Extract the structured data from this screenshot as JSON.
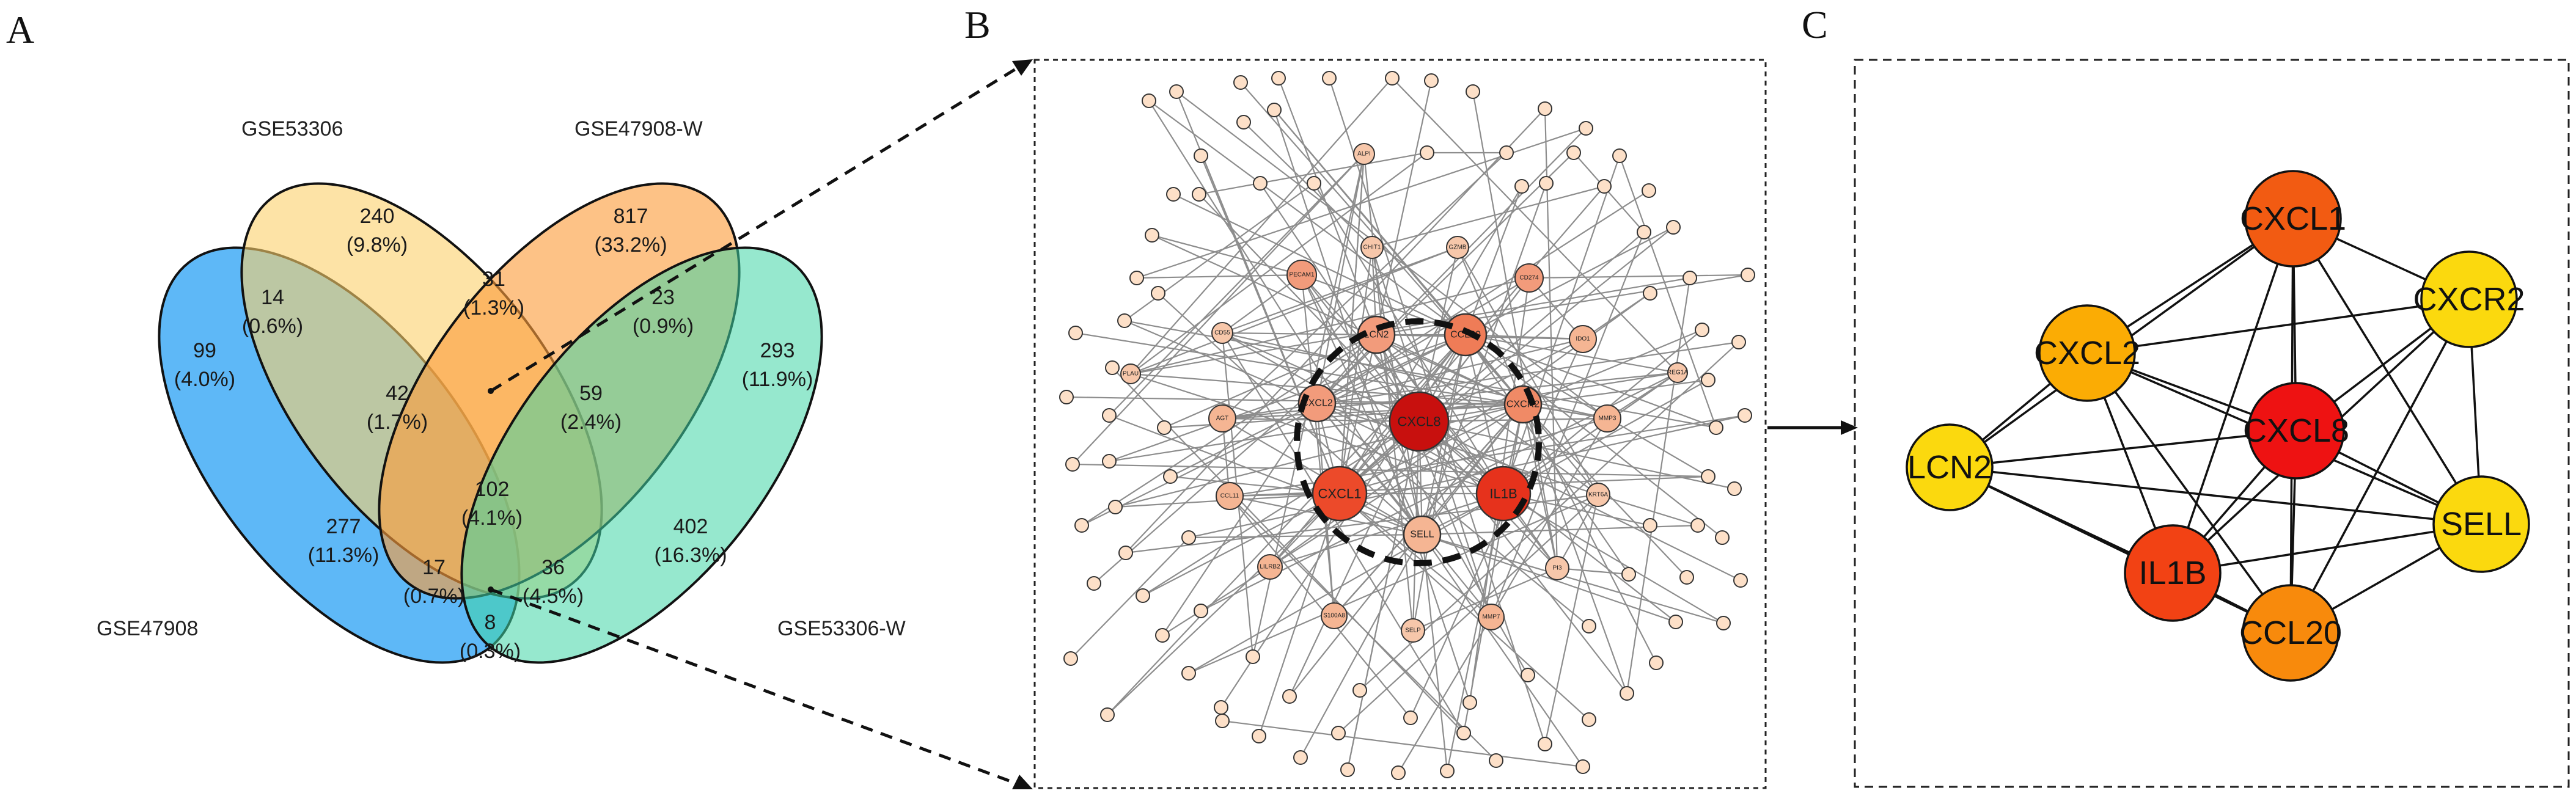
{
  "panels": {
    "a_letter": "A",
    "b_letter": "B",
    "c_letter": "C"
  },
  "venn": {
    "sets": [
      {
        "id": "gse47908",
        "label": "GSE47908",
        "color": "#3ba8f5"
      },
      {
        "id": "gse53306",
        "label": "GSE53306",
        "color": "#fbd16a"
      },
      {
        "id": "gse47908w",
        "label": "GSE47908-W",
        "color": "#fb9c3c"
      },
      {
        "id": "gse53306w",
        "label": "GSE53306-W",
        "color": "#3fd6a6"
      }
    ],
    "regions": [
      {
        "count": "99",
        "pct": "(4.0%)"
      },
      {
        "count": "240",
        "pct": "(9.8%)"
      },
      {
        "count": "817",
        "pct": "(33.2%)"
      },
      {
        "count": "293",
        "pct": "(11.9%)"
      },
      {
        "count": "14",
        "pct": "(0.6%)"
      },
      {
        "count": "31",
        "pct": "(1.3%)"
      },
      {
        "count": "23",
        "pct": "(0.9%)"
      },
      {
        "count": "42",
        "pct": "(1.7%)"
      },
      {
        "count": "59",
        "pct": "(2.4%)"
      },
      {
        "count": "102",
        "pct": "(4.1%)"
      },
      {
        "count": "277",
        "pct": "(11.3%)"
      },
      {
        "count": "402",
        "pct": "(16.3%)"
      },
      {
        "count": "17",
        "pct": "(0.7%)"
      },
      {
        "count": "36",
        "pct": "(4.5%)"
      },
      {
        "count": "8",
        "pct": "(0.3%)"
      }
    ]
  },
  "network_b": {
    "hub_nodes": [
      {
        "label": "CXCL8",
        "color": "#c8100e"
      },
      {
        "label": "CXCL1",
        "color": "#ec4a2a"
      },
      {
        "label": "IL1B",
        "color": "#e6321c"
      },
      {
        "label": "LCN2",
        "color": "#f29b7b"
      },
      {
        "label": "CCL20",
        "color": "#ef7c57"
      },
      {
        "label": "CXCL2",
        "color": "#f29b7b"
      },
      {
        "label": "CXCR2",
        "color": "#f08a66"
      },
      {
        "label": "SELL",
        "color": "#f5b593"
      }
    ],
    "secondary_nodes": [
      {
        "label": "PECAM1",
        "color": "#f29b7b"
      },
      {
        "label": "AGT",
        "color": "#f5b593"
      },
      {
        "label": "CCL11",
        "color": "#f5b593"
      },
      {
        "label": "CD274",
        "color": "#f29b7b"
      },
      {
        "label": "IDO1",
        "color": "#f5b593"
      },
      {
        "label": "MMP3",
        "color": "#f5b593"
      },
      {
        "label": "S100A8",
        "color": "#f5b593"
      },
      {
        "label": "MMP7",
        "color": "#f5b593"
      },
      {
        "label": "LILRB2",
        "color": "#f5b593"
      },
      {
        "label": "PI3",
        "color": "#f7c7aa"
      },
      {
        "label": "KRT6A",
        "color": "#f7c7aa"
      },
      {
        "label": "SELP",
        "color": "#f7c7aa"
      },
      {
        "label": "CD55",
        "color": "#f7c7aa"
      },
      {
        "label": "GZMB",
        "color": "#f7c7aa"
      },
      {
        "label": "CHIT1",
        "color": "#f7c7aa"
      },
      {
        "label": "ALPI",
        "color": "#f7c7aa"
      },
      {
        "label": "PLAU",
        "color": "#f7c7aa"
      },
      {
        "label": "REG1A",
        "color": "#f7c7aa"
      }
    ],
    "peripheral_fill": "#fde0c8"
  },
  "network_c": {
    "nodes": [
      {
        "label": "CXCL1",
        "color": "#f25b12"
      },
      {
        "label": "CXCR2",
        "color": "#fbd90e"
      },
      {
        "label": "CXCL2",
        "color": "#fbac04"
      },
      {
        "label": "CXCL8",
        "color": "#ee1212"
      },
      {
        "label": "LCN2",
        "color": "#fbd90e"
      },
      {
        "label": "SELL",
        "color": "#fbd90e"
      },
      {
        "label": "IL1B",
        "color": "#f24214"
      },
      {
        "label": "CCL20",
        "color": "#f88a0c"
      }
    ]
  }
}
